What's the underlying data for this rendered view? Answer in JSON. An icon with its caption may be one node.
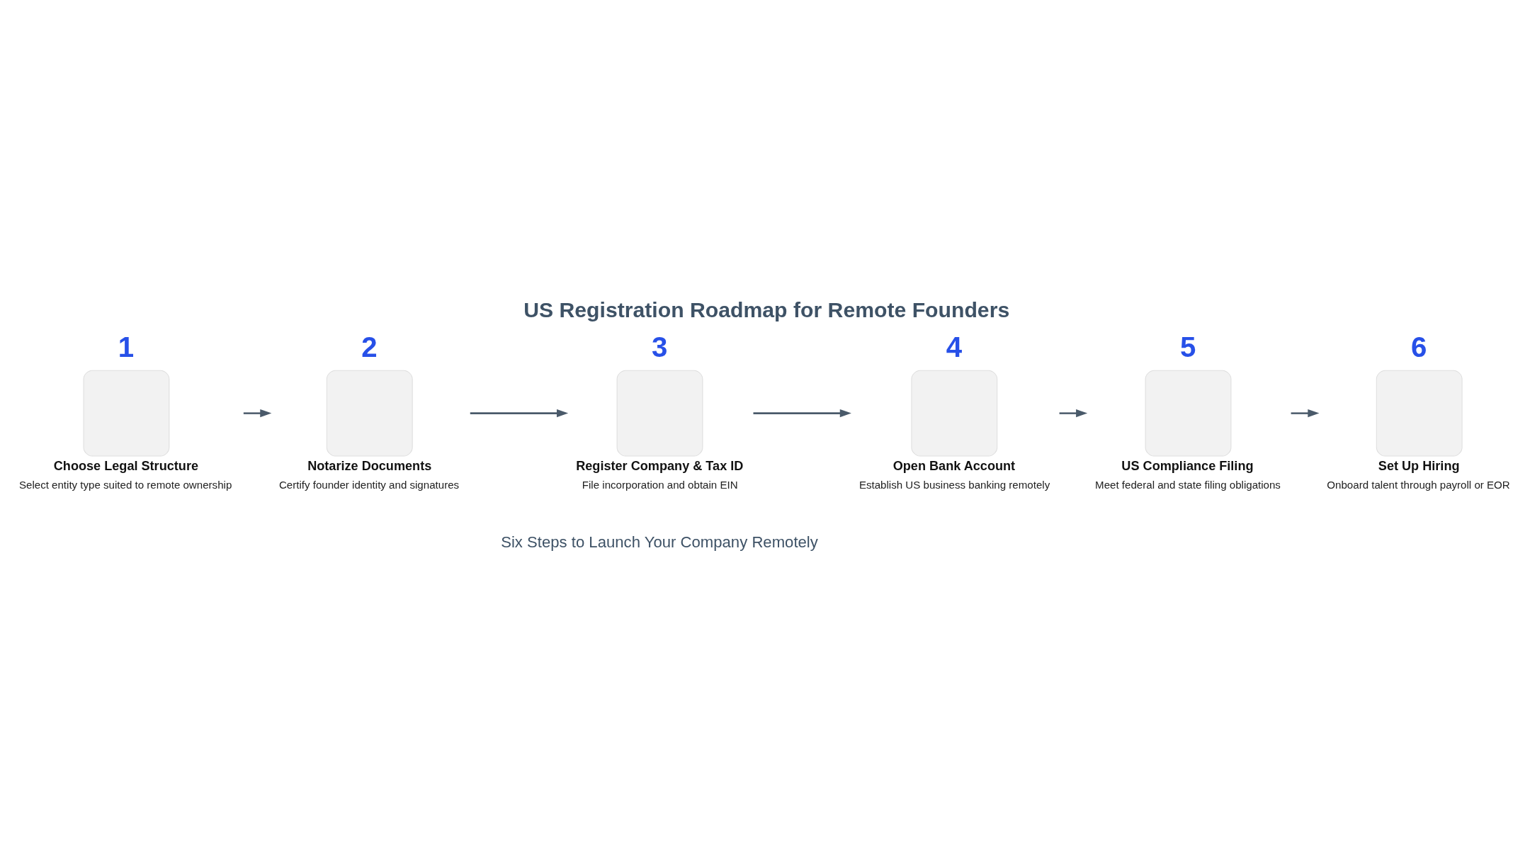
{
  "diagram": {
    "title": "US Registration Roadmap for Remote Founders",
    "nodes": [
      {
        "text": [
          "1",
          "Choose Legal Structure",
          "Select entity type suited to remote ownership"
        ]
      },
      {
        "text": [
          "2",
          "Notarize Documents",
          "Certify founder identity and signatures"
        ]
      },
      {
        "text": [
          "3",
          "Register Company & Tax ID",
          "File incorporation and obtain EIN"
        ]
      },
      {
        "text": [
          "4",
          "Open Bank Account",
          "Establish US business banking remotely"
        ]
      },
      {
        "text": [
          "5",
          "US Compliance Filing",
          "Meet federal and state filing obligations"
        ]
      },
      {
        "text": [
          "6",
          "Set Up Hiring",
          "Onboard talent through payroll or EOR"
        ]
      }
    ],
    "edges": [
      {
        "from": 0,
        "to": 1,
        "arrow": "to"
      },
      {
        "from": 1,
        "to": 2,
        "arrow": "to"
      },
      {
        "from": 2,
        "to": 3,
        "arrow": "to"
      },
      {
        "from": 3,
        "to": 4,
        "arrow": "to"
      },
      {
        "from": 4,
        "to": 5,
        "arrow": "to"
      }
    ],
    "labels": [
      "Six Steps to Launch Your Company Remotely"
    ]
  }
}
